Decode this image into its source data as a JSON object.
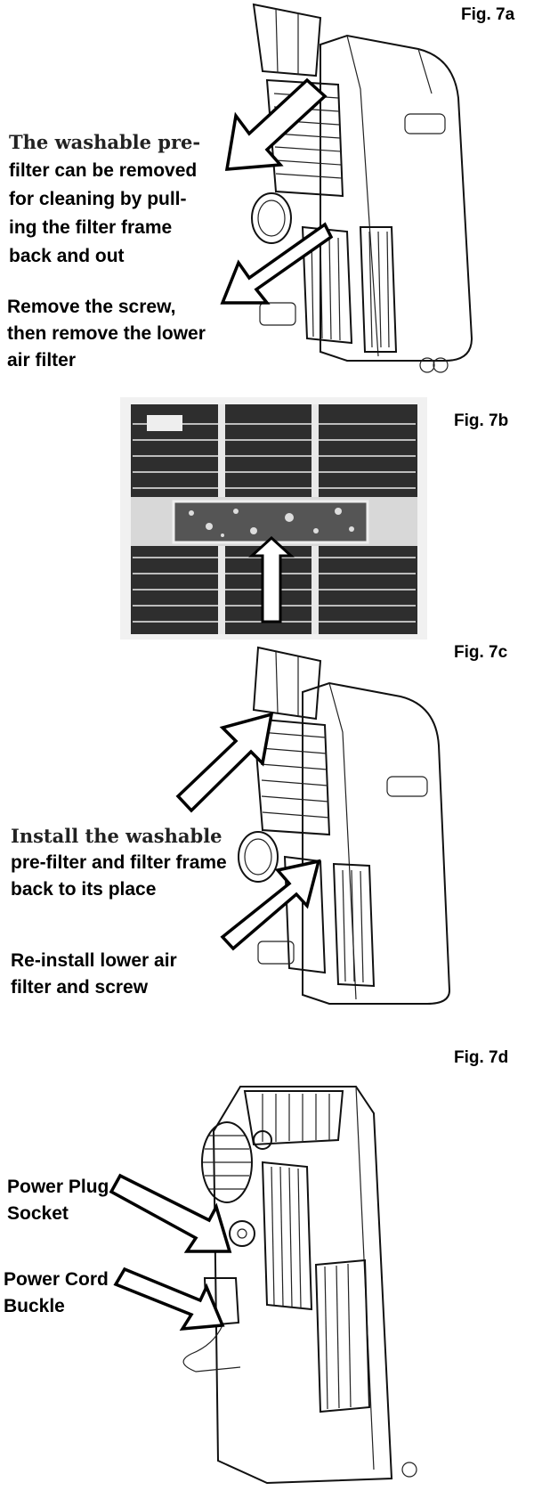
{
  "figures": {
    "fig7a": {
      "label": "Fig. 7a",
      "caption_lead": "The washable pre-",
      "caption_lines": [
        "filter can be removed",
        "for cleaning by pull-",
        "ing the filter frame",
        "back and out"
      ],
      "caption2_lines": [
        "Remove the screw,",
        "then remove the lower",
        "air filter"
      ]
    },
    "fig7b": {
      "label": "Fig. 7b"
    },
    "fig7c": {
      "label": "Fig. 7c",
      "caption_lead": "Install the washable",
      "caption_lines": [
        "pre-filter and filter frame",
        "back to its place"
      ],
      "caption2_lines": [
        "Re-install lower air",
        "filter and screw"
      ]
    },
    "fig7d": {
      "label": "Fig. 7d",
      "callout1_lines": [
        "Power Plug",
        "Socket"
      ],
      "callout2_lines": [
        "Power Cord",
        "Buckle"
      ]
    }
  }
}
